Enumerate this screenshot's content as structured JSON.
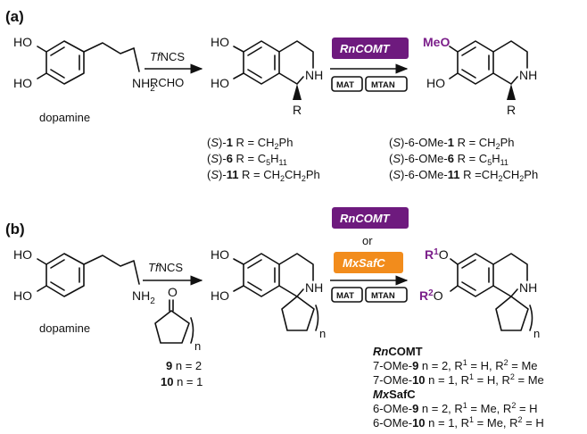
{
  "panel_a": {
    "label": "(a)",
    "reactant": {
      "name": "dopamine",
      "ho_top": "HO",
      "ho_bottom": "HO",
      "nh2": "NH2"
    },
    "reagents": {
      "above": "TfNCS",
      "below": "RCHO"
    },
    "product": {
      "ho_top": "HO",
      "ho_bottom": "HO",
      "nh": "NH",
      "r": "R"
    },
    "enzyme": {
      "name": "RnCOMT",
      "color": "#6e1a7e"
    },
    "cofactors": [
      "MAT",
      "MTAN"
    ],
    "methylated": {
      "meo": "MeO",
      "ho": "HO",
      "nh": "NH",
      "r": "R"
    },
    "substrates": [
      {
        "prefix": "(S)-",
        "num": "1",
        "r": "R = CH2Ph"
      },
      {
        "prefix": "(S)-",
        "num": "6",
        "r": "R = C5H11"
      },
      {
        "prefix": "(S)-",
        "num": "11",
        "r": "R = CH2CH2Ph"
      }
    ],
    "products": [
      {
        "prefix": "(S)-6-OMe-",
        "num": "1",
        "r": "R = CH2Ph"
      },
      {
        "prefix": "(S)-6-OMe-",
        "num": "6",
        "r": "R = C5H11"
      },
      {
        "prefix": "(S)-6-OMe-",
        "num": "11",
        "r": "R =CH2CH2Ph"
      }
    ]
  },
  "panel_b": {
    "label": "(b)",
    "reactant": {
      "name": "dopamine",
      "ho_top": "HO",
      "ho_bottom": "HO",
      "nh2": "NH2"
    },
    "reagents": {
      "above": "TfNCS",
      "ketone_o": "O",
      "ketone_n": "n"
    },
    "ketones": [
      {
        "num": "9",
        "n": "n = 2"
      },
      {
        "num": "10",
        "n": "n = 1"
      }
    ],
    "product": {
      "ho_top": "HO",
      "ho_bottom": "HO",
      "nh": "NH",
      "n": "n"
    },
    "enzymes": [
      {
        "name": "RnCOMT",
        "color": "#6e1a7e"
      },
      {
        "name": "MxSafC",
        "color": "#f28c1c"
      }
    ],
    "or_text": "or",
    "cofactors": [
      "MAT",
      "MTAN"
    ],
    "methylated": {
      "r1": "R1",
      "r2": "R2",
      "nh": "NH",
      "n": "n",
      "r1_color": "#7b1f8a"
    },
    "results": [
      {
        "enzyme": "RnCOMT",
        "items": [
          {
            "text": "7-OMe-9   n = 2, R1 = H, R2 = Me"
          },
          {
            "text": "7-OMe-10  n = 1, R1 = H, R2 = Me"
          }
        ]
      },
      {
        "enzyme": "MxSafC",
        "items": [
          {
            "text": "6-OMe-9   n = 2, R1 = Me, R2 = H"
          },
          {
            "text": "6-OMe-10  n = 1, R1 = Me, R2 = H"
          }
        ]
      }
    ]
  }
}
